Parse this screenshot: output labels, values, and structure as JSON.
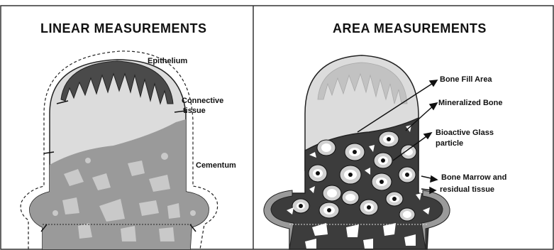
{
  "left_panel": {
    "title": "LINEAR MEASUREMENTS",
    "labels": {
      "epithelium": "Epithelium",
      "connective_line1": "Connective",
      "connective_line2": "tissue",
      "cementum": "Cementum"
    }
  },
  "right_panel": {
    "title": "AREA MEASUREMENTS",
    "labels": {
      "bone_fill": "Bone Fill Area",
      "mineralized_bone": "Mineralized Bone",
      "bioactive_line1": "Bioactive Glass",
      "bioactive_line2": "particle",
      "marrow_line1": "Bone Marrow and",
      "marrow_line2": "residual tissue"
    }
  },
  "colors": {
    "border": "#333333",
    "epithelium": "#4a4a4a",
    "connective": "#dcdcdc",
    "bone_fill": "#9a9a9a",
    "mineralized_bone": "#3c3c3c",
    "particle_ring": "#d0d0d0"
  }
}
